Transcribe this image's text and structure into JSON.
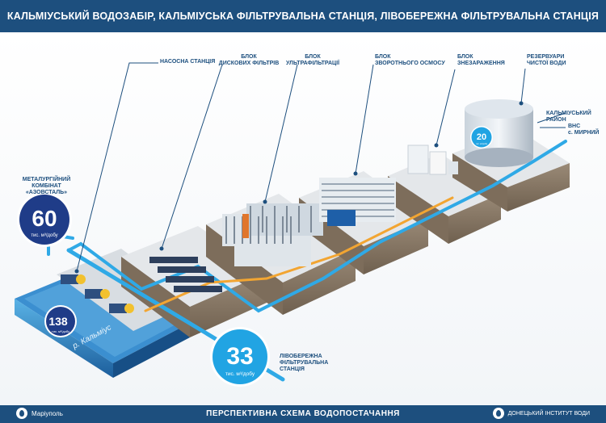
{
  "header": {
    "title": "КАЛЬМІУСЬКИЙ ВОДОЗАБІР, КАЛЬМІУСЬКА ФІЛЬТРУВАЛЬНА СТАНЦІЯ, ЛІВОБЕРЕЖНА ФІЛЬТРУВАЛЬНА СТАНЦІЯ"
  },
  "labels": {
    "pump_station": "НАСОСНА СТАНЦІЯ",
    "disc_filters_1": "БЛОК",
    "disc_filters_2": "ДИСКОВИХ ФІЛЬТРІВ",
    "ultrafiltration_1": "БЛОК",
    "ultrafiltration_2": "УЛЬТРАФІЛЬТРАЦІЇ",
    "reverse_osmosis_1": "БЛОК",
    "reverse_osmosis_2": "ЗВОРОТНЬОГО ОСМОСУ",
    "disinfection_1": "БЛОК",
    "disinfection_2": "ЗНЕЗАРАЖЕННЯ",
    "reservoirs_1": "РЕЗЕРВУАРИ",
    "reservoirs_2": "ЧИСТОЇ ВОДИ",
    "kalmius_district_1": "КАЛЬМІУСЬКИЙ",
    "kalmius_district_2": "РАЙОН",
    "vns_1": "ВНС",
    "vns_2": "с. МИРНИЙ",
    "metallurgical_1": "МЕТАЛУРГІЙНИЙ",
    "metallurgical_2": "КОМБІНАТ",
    "metallurgical_3": "«АЗОВСТАЛЬ»",
    "left_bank_1": "ЛІВОБЕРЕЖНА",
    "left_bank_2": "ФІЛЬТРУВАЛЬНА",
    "left_bank_3": "СТАНЦІЯ",
    "river": "р. Кальміус"
  },
  "bubbles": {
    "azovstal": {
      "value": "60",
      "unit": "тис. м³/добу"
    },
    "intake": {
      "value": "138",
      "unit": "тис. м³/добу"
    },
    "left_bank": {
      "value": "33",
      "unit": "тис. м³/добу"
    },
    "reservoir": {
      "value": "20",
      "unit": "тис. м³/добу"
    }
  },
  "footer": {
    "city": "Маріуполь",
    "title": "ПЕРСПЕКТИВНА СХЕМА ВОДОПОСТАЧАННЯ",
    "org": "ДОНЕЦЬКИЙ ІНСТИТУТ ВОДИ"
  },
  "colors": {
    "brand": "#1d4f7e",
    "pipe_blue": "#2fa9e6",
    "pipe_orange": "#f2a532",
    "navy_bubble": "#1f3c88",
    "blue_bubble": "#21a4e3"
  }
}
